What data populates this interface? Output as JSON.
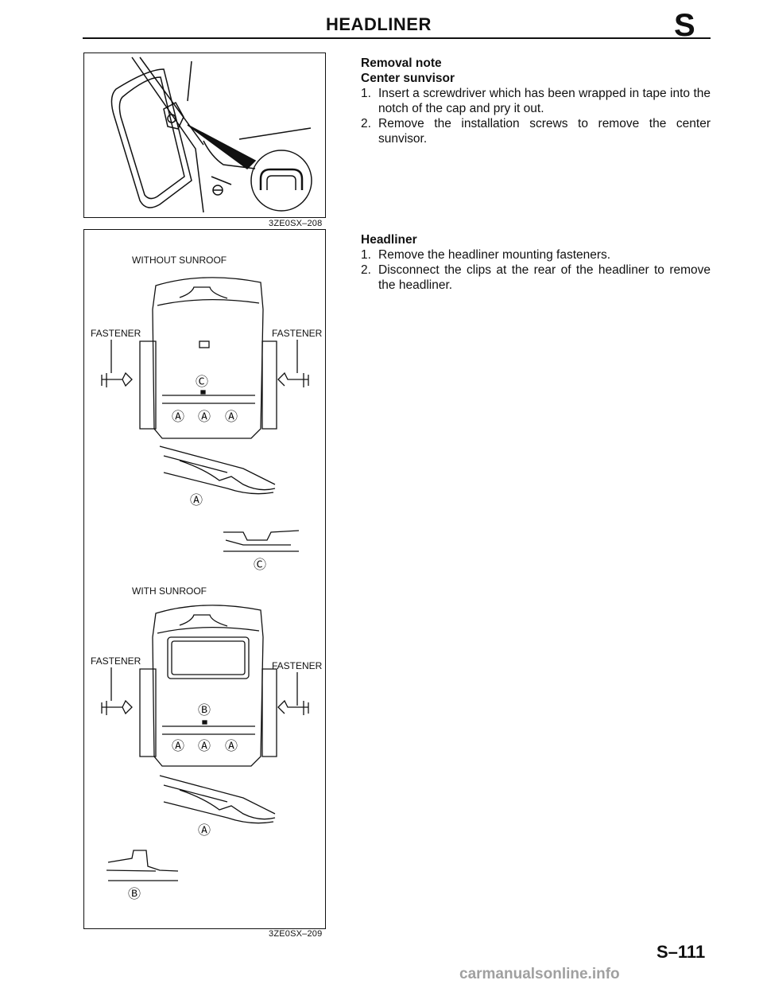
{
  "header": {
    "title": "HEADLINER",
    "section_letter": "S"
  },
  "figure1": {
    "code": "3ZE0SX–208"
  },
  "figure2": {
    "code": "3ZE0SX–209",
    "without_sunroof_label": "WITHOUT SUNROOF",
    "with_sunroof_label": "WITH SUNROOF",
    "fastener_label": "FASTENER",
    "callout_a": "Ⓐ",
    "callout_b": "Ⓑ",
    "callout_c": "Ⓒ"
  },
  "removal_note": {
    "heading": "Removal note",
    "subheading": "Center sunvisor",
    "steps": [
      {
        "num": "1.",
        "text": "Insert a screwdriver which has been wrapped in tape into the notch of the cap and pry it out."
      },
      {
        "num": "2.",
        "text": "Remove the installation screws to remove the center sunvisor."
      }
    ]
  },
  "headliner_section": {
    "heading": "Headliner",
    "steps": [
      {
        "num": "1.",
        "text": "Remove the headliner mounting fasteners."
      },
      {
        "num": "2.",
        "text": "Disconnect the clips at the rear of the headliner to remove the headliner."
      }
    ]
  },
  "footer": {
    "page_number": "S–111",
    "watermark": "carmanualsonline.info"
  }
}
